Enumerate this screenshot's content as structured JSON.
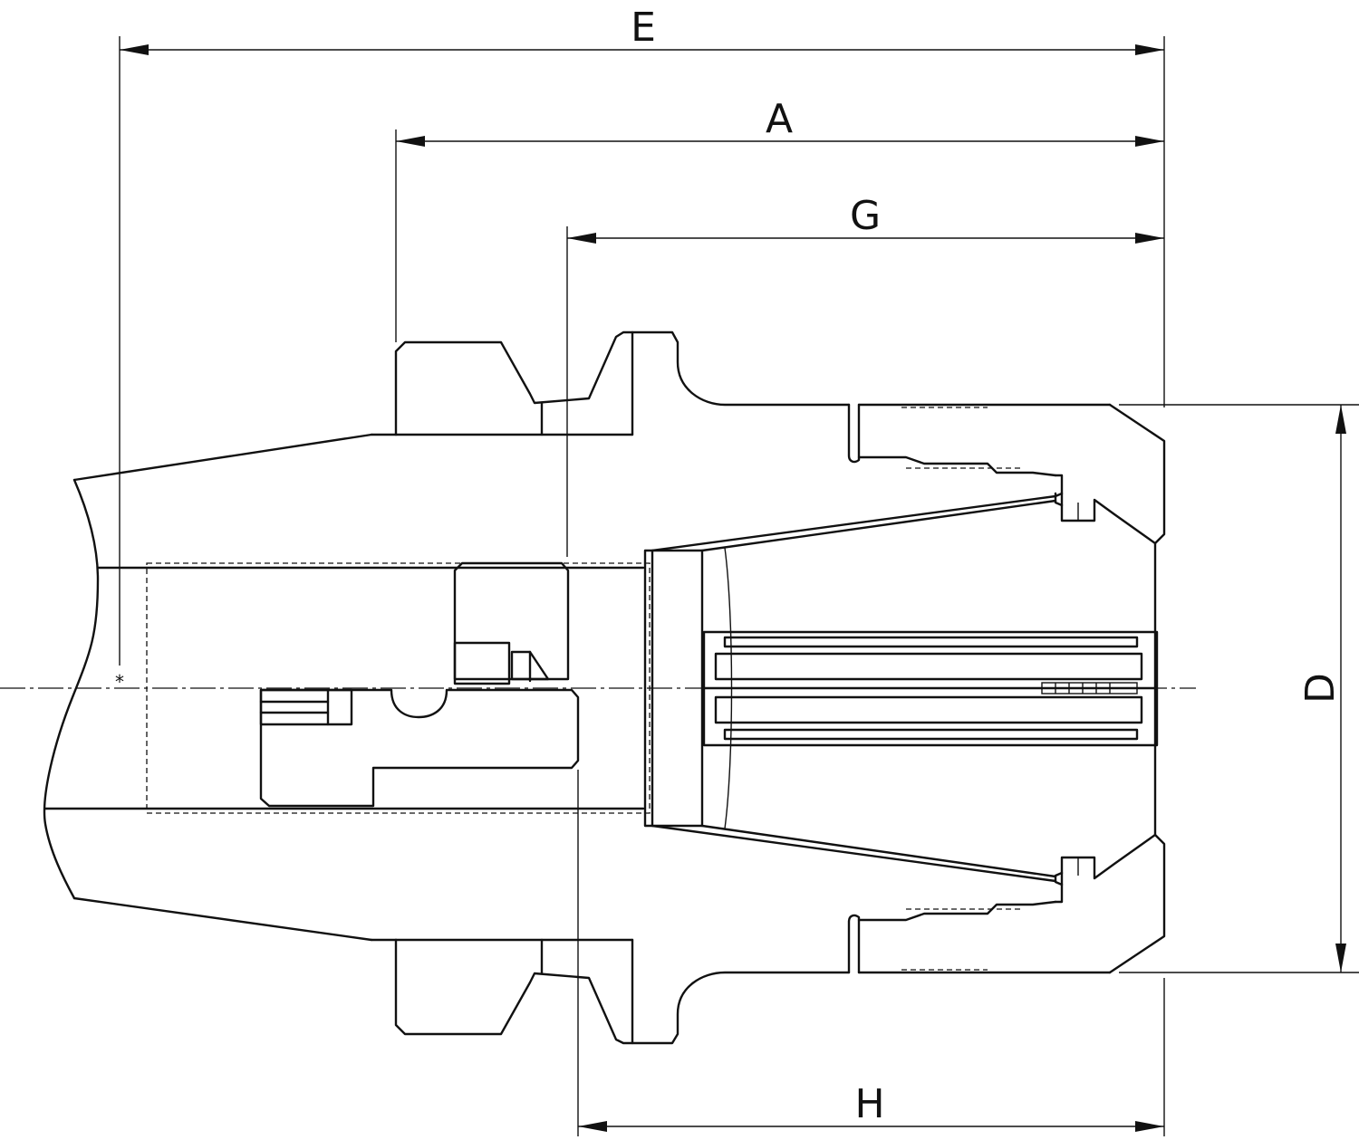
{
  "dimensions": {
    "E": "E",
    "A": "A",
    "G": "G",
    "H": "H",
    "D": "D"
  },
  "reference_mark": "*"
}
